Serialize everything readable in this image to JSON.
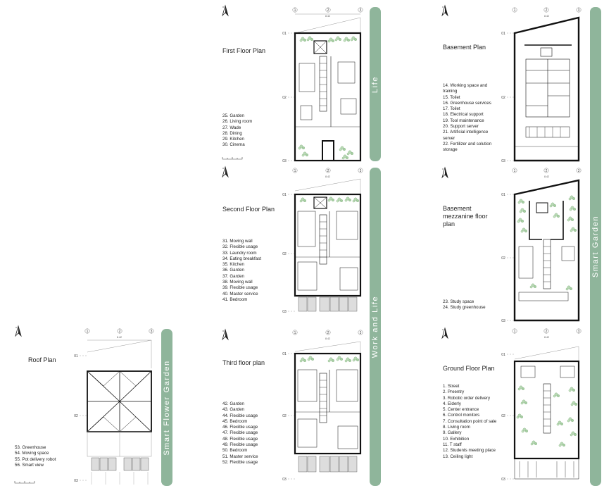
{
  "grid_labels": [
    "1",
    "2",
    "3"
  ],
  "row_labels": [
    "01",
    "02",
    "03"
  ],
  "overall_dimension": "8.42",
  "bands": {
    "life": "Life",
    "work_and_life": "Work and Life",
    "smart_garden": "Smart Garden",
    "smart_flower_garden": "Smart Flower Garden"
  },
  "plans": {
    "first_floor": {
      "title": "First Floor Plan",
      "items": [
        "25. Garden",
        "26. Living room",
        "27. Wade",
        "28. Dining",
        "29. Kitchen",
        "30. Cinema"
      ]
    },
    "second_floor": {
      "title": "Second Floor Plan",
      "items": [
        "31. Moving wall",
        "32. Flexible usage",
        "33. Laundry room",
        "34. Eating breakfast",
        "35. Kitchen",
        "36. Garden",
        "37. Garden",
        "38. Moving wall",
        "39. Flexible usage",
        "40. Master service",
        "41. Bedroom"
      ]
    },
    "third_floor": {
      "title": "Third floor plan",
      "items": [
        "42. Garden",
        "43. Garden",
        "44. Flexible usage",
        "45. Bedroom",
        "46. Flexible usage",
        "47. Flexible usage",
        "48. Flexible usage",
        "49. Flexible usage",
        "50. Bedroom",
        "51. Master service",
        "52. Flexible usage"
      ]
    },
    "basement": {
      "title": "Basement Plan",
      "items": [
        "14. Working space and training",
        "15. Toilet",
        "16. Greenhouse services",
        "17. Toilet",
        "18. Electrical support",
        "19. Tool maintenance",
        "20. Support server",
        "21. Artificial intelligence server",
        "22. Fertilizer and solution storage"
      ]
    },
    "basement_mezzanine": {
      "title": "Basement mezzanine floor plan",
      "items": [
        "23. Study space",
        "24. Study greenhouse"
      ]
    },
    "ground_floor": {
      "title": "Ground Floor Plan",
      "items": [
        "1. Street",
        "2. Preentry",
        "3. Robotic order delivery",
        "4. Elderly",
        "5. Center entrance",
        "6. Control monitors",
        "7. Consultation point of sale",
        "8. Living room",
        "9. Gallery",
        "10. Exhibition",
        "11. T staff",
        "12. Students meeting place",
        "13. Ceiling light"
      ]
    },
    "roof": {
      "title": "Roof Plan",
      "items": [
        "53. Greenhouse",
        "54. Moving space",
        "55. Pot delivery robot",
        "56. Smart view"
      ]
    }
  },
  "colors": {
    "band": "#8fb59b",
    "wall": "#111111",
    "plant": "#9cc79a",
    "line": "#777777"
  }
}
